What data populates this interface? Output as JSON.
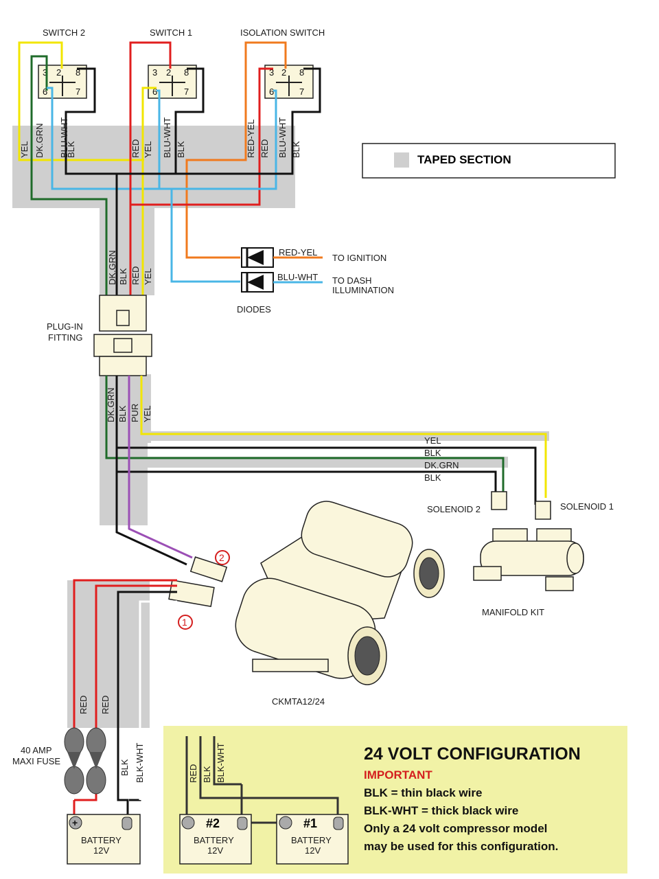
{
  "switches": [
    {
      "label": "SWITCH 2",
      "pins": [
        "3",
        "2",
        "8",
        "6",
        "7"
      ],
      "wires": [
        "YEL",
        "DK.GRN",
        "BLU-WHT",
        "BLK"
      ]
    },
    {
      "label": "SWITCH 1",
      "pins": [
        "3",
        "2",
        "8",
        "6",
        "7"
      ],
      "wires": [
        "RED",
        "YEL",
        "BLU-WHT",
        "BLK"
      ]
    },
    {
      "label": "ISOLATION SWITCH",
      "pins": [
        "3",
        "2",
        "8",
        "6",
        "7"
      ],
      "wires": [
        "RED-YEL",
        "RED",
        "BLU-WHT",
        "BLK"
      ]
    }
  ],
  "legend": {
    "taped_label": "TAPED SECTION"
  },
  "harness_upper_wires": [
    "DK.GRN",
    "BLK",
    "RED",
    "YEL"
  ],
  "diodes": {
    "label": "DIODES",
    "items": [
      {
        "wire": "RED-YEL",
        "dest": "TO IGNITION"
      },
      {
        "wire": "BLU-WHT",
        "dest_line1": "TO DASH",
        "dest_line2": "ILLUMINATION"
      }
    ]
  },
  "plug": {
    "line1": "PLUG-IN",
    "line2": "FITTING"
  },
  "harness_lower_wires": [
    "DK.GRN",
    "BLK",
    "PUR",
    "YEL"
  ],
  "run_labels": [
    "YEL",
    "BLK",
    "DK.GRN",
    "BLK"
  ],
  "solenoids": {
    "s2": "SOLENOID 2",
    "s1": "SOLENOID 1"
  },
  "manifold": {
    "label": "MANIFOLD KIT"
  },
  "compressor": {
    "model": "CKMTA12/24",
    "conn1": "1",
    "conn2": "2"
  },
  "power_wires": [
    "RED",
    "RED",
    "BLK",
    "BLK-WHT"
  ],
  "fuse": {
    "line1": "40 AMP",
    "line2": "MAXI FUSE"
  },
  "battery": {
    "label": "BATTERY",
    "voltage": "12V",
    "plus": "+"
  },
  "config": {
    "wires": [
      "RED",
      "BLK",
      "BLK-WHT"
    ],
    "battery2": {
      "num": "#2",
      "label": "BATTERY",
      "voltage": "12V"
    },
    "battery1": {
      "num": "#1",
      "label": "BATTERY",
      "voltage": "12V"
    },
    "title": "24 VOLT CONFIGURATION",
    "important": "IMPORTANT",
    "notes": [
      "BLK = thin black wire",
      "BLK-WHT = thick black wire",
      "Only a 24 volt compressor model",
      "may be used for this configuration."
    ]
  },
  "colors": {
    "yellow": "#f2e600",
    "red": "#e01e1e",
    "dkgreen": "#1f6b2a",
    "black": "#111111",
    "bluewhite": "#49b6e6",
    "orange": "#f07a1e",
    "purple": "#9b4fb5",
    "taped": "#cfcfcf",
    "config_bg": "#f1f2a6",
    "important": "#d41e1e"
  }
}
